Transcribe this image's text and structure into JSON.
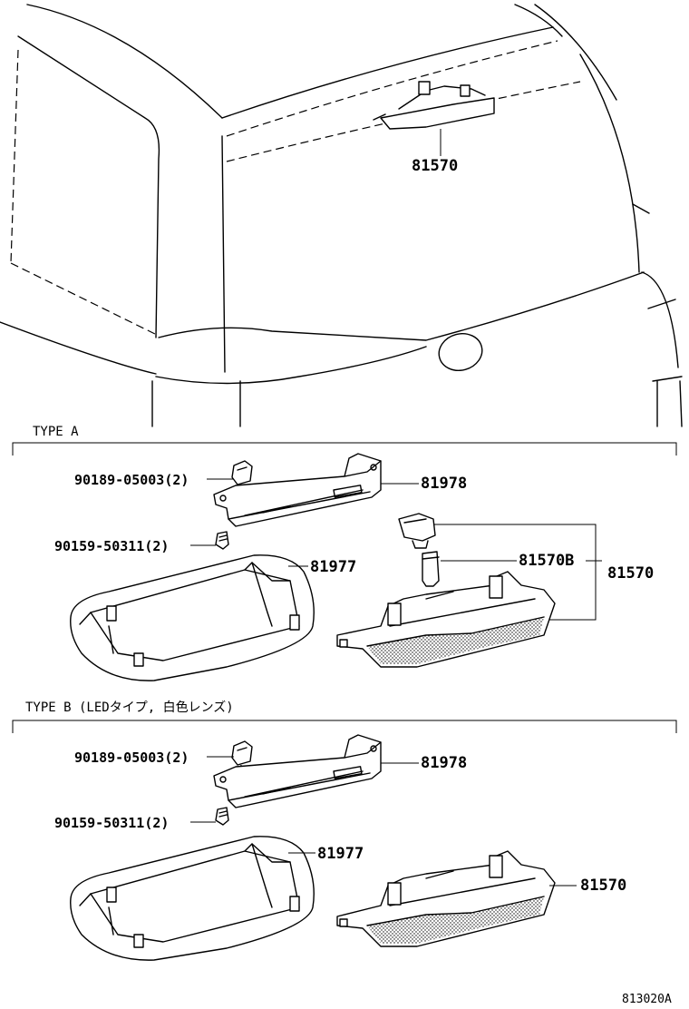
{
  "vehicle": {
    "callout_part": "81570"
  },
  "type_a": {
    "header": "TYPE A",
    "parts": {
      "clip": "90189-05003(2)",
      "screw": "90159-50311(2)",
      "bracket": "81978",
      "cover": "81977",
      "bulb": "81570B",
      "lamp": "81570"
    }
  },
  "type_b": {
    "header": "TYPE B (LEDタイプ, 白色レンズ)",
    "parts": {
      "clip": "90189-05003(2)",
      "screw": "90159-50311(2)",
      "bracket": "81978",
      "cover": "81977",
      "lamp": "81570"
    }
  },
  "figure_code": "813020A"
}
